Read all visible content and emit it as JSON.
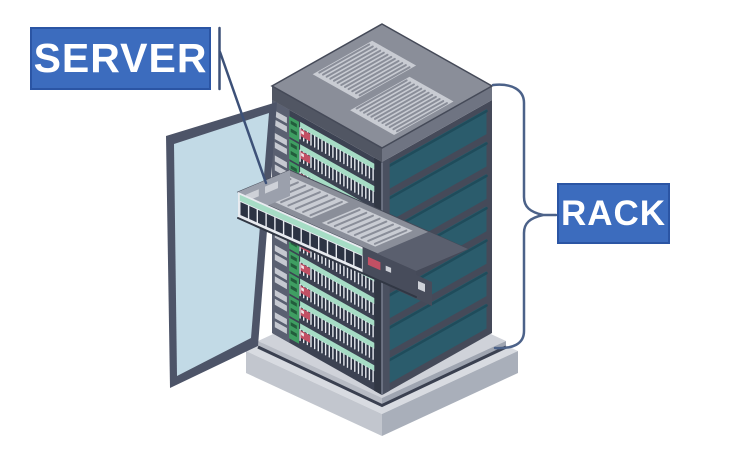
{
  "labels": {
    "server": "SERVER",
    "rack": "RACK"
  },
  "colors": {
    "background": "#ffffff",
    "label_fill": "#3c6cbe",
    "label_border": "#2b55a4",
    "label_text": "#ffffff",
    "annotation_line": "#3d5178",
    "bracket_line": "#4c6289",
    "outline": "#454a58",
    "lid_top": "#8a8e99",
    "lid_bevel_left": "#515663",
    "lid_bevel_right": "#6f7482",
    "vent_panel": "#c9ccd3",
    "vent_slat": "#8a8e99",
    "side_face": "#454a59",
    "side_panel_teal": "#2b5c6c",
    "side_panel_edge": "#1f4c5b",
    "front_face": "#3c4252",
    "rail": "#5a6071",
    "rail_hole": "#c6c9d1",
    "server_face": "#e8ebf0",
    "server_mint": "#a6dcc5",
    "server_slot": "#2c3343",
    "server_slot_sep": "#e7eaf0",
    "server_green": "#3f9e62",
    "server_green_dark": "#235c3c",
    "server_red": "#c25064",
    "server_red_dot": "#f0e4e7",
    "pillar_left": "#313744",
    "pillar_right": "#4a5060",
    "pillar_highlight": "#777d8d",
    "door_frame": "#4d5468",
    "door_glass": "#c6dfea",
    "server_body": "#9ba0ac",
    "server_rear_top": "#5a5f6e",
    "server_rear_front": "#474c5b",
    "connector": "#ced1d8",
    "base_top": "#d8dbe1",
    "base_left": "#c2c6ce",
    "base_right": "#a9afba",
    "base_step_top": "#cfd2d9",
    "base_step_left": "#b7bbc4",
    "base_step_right": "#9fa5b1",
    "base_trim": "#3a4050"
  },
  "scene": {
    "rack_units": 10,
    "side_panels": 7,
    "lid_vent_slats": 12,
    "server_vent_slats": 8,
    "drive_slots_per_unit": 22
  }
}
